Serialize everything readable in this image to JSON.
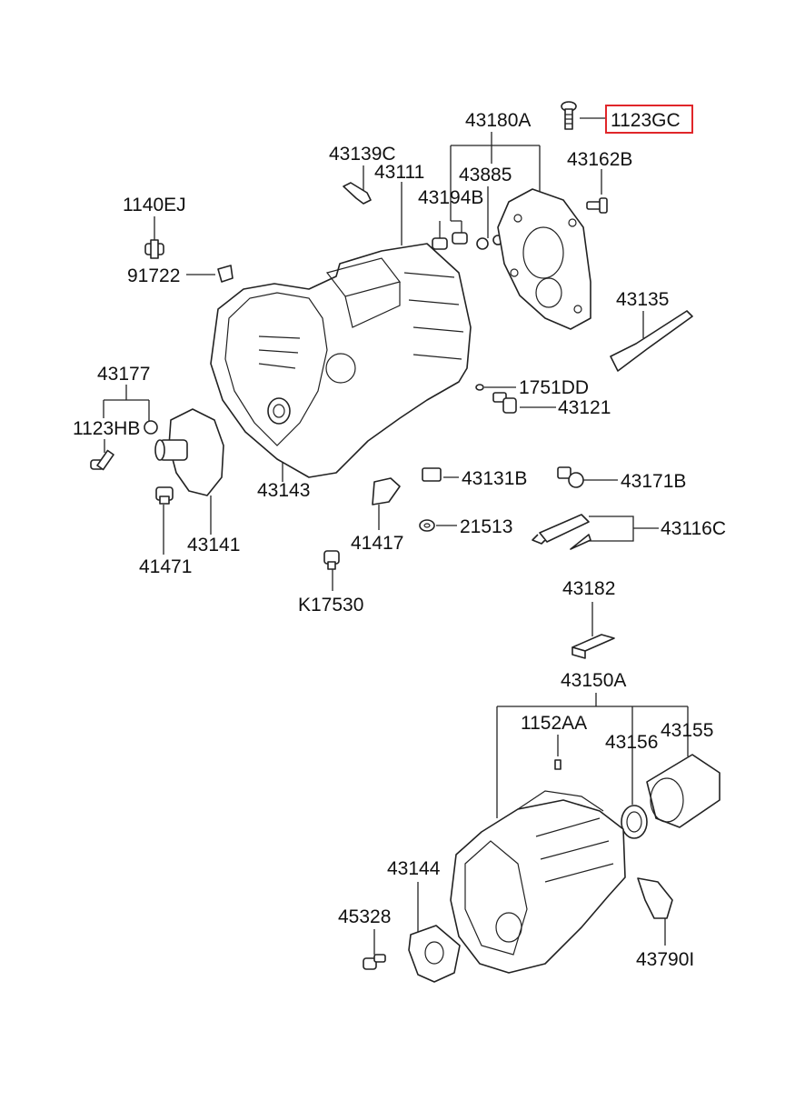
{
  "highlight_color": "#e0262a",
  "labels": {
    "p1123GC": "1123GC",
    "p43180A": "43180A",
    "p43139C": "43139C",
    "p43111": "43111",
    "p43885": "43885",
    "p43162B": "43162B",
    "p1140EJ": "1140EJ",
    "p43194B": "43194B",
    "p91722": "91722",
    "p43135": "43135",
    "p43177": "43177",
    "p1751DD": "1751DD",
    "p43121": "43121",
    "p1123HB": "1123HB",
    "p43131B": "43131B",
    "p43171B": "43171B",
    "p43143": "43143",
    "p21513": "21513",
    "p43116C": "43116C",
    "p41417": "41417",
    "p43141": "43141",
    "p41471": "41471",
    "pK17530": "K17530",
    "p43182": "43182",
    "p43150A": "43150A",
    "p1152AA": "1152AA",
    "p43155": "43155",
    "p43156": "43156",
    "p43144": "43144",
    "p45328": "45328",
    "p43790I": "43790I"
  }
}
